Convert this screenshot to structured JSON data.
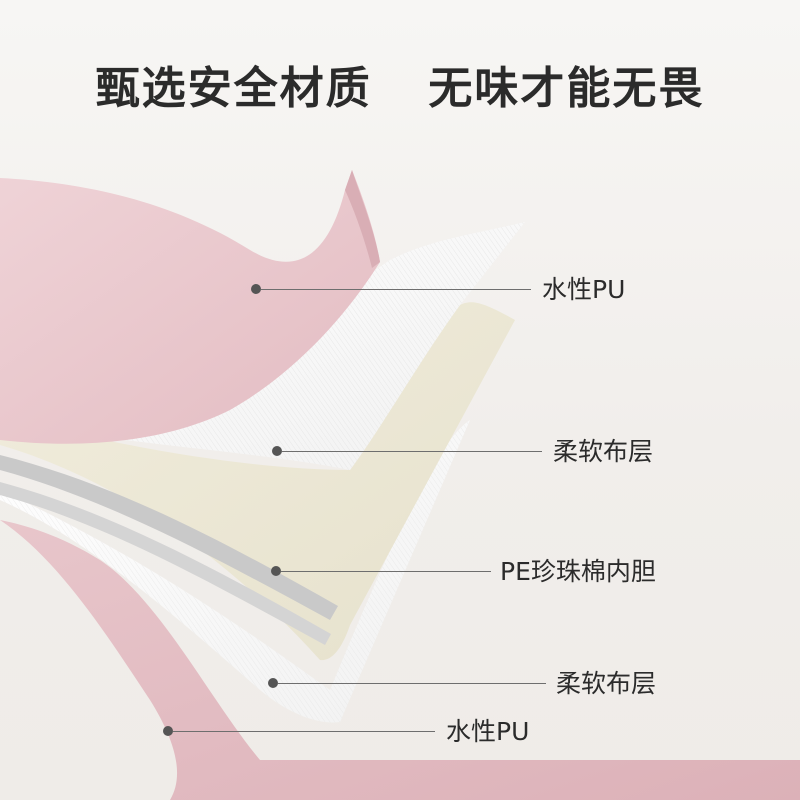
{
  "headline": {
    "left_text": "甄选安全材质",
    "right_text": "无味才能无畏"
  },
  "layers": [
    {
      "label": "水性PU",
      "color": "#e9c8cd"
    },
    {
      "label": "柔软布层",
      "color": "#fbfbfb"
    },
    {
      "label": "PE珍珠棉内胆",
      "color": "#ece8d6"
    },
    {
      "label": "柔软布层",
      "color": "#fbfbfb"
    },
    {
      "label": "水性PU",
      "color": "#e9c8cd"
    }
  ],
  "colors": {
    "pink_pu": "#e9c8cd",
    "cream_foam": "#ece8d6",
    "grey_stripe": "#c9c9c9",
    "white_fabric": "#fbfbfb",
    "text": "#2b2b2b"
  }
}
